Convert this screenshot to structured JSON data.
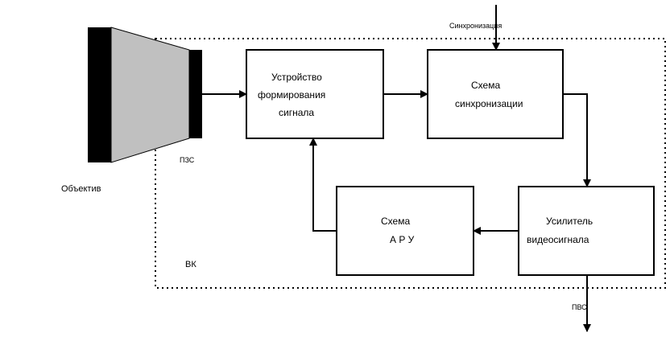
{
  "lens": {
    "label": "Объектив"
  },
  "ccd": {
    "label": "ПЗС"
  },
  "camera": {
    "label": "ВК"
  },
  "sync_input": {
    "label": "Синхронизация"
  },
  "output": {
    "label": "ПВС"
  },
  "blocks": {
    "signal_forming": {
      "lines": [
        "Устройство",
        "формирования",
        "сигнала"
      ]
    },
    "sync_circuit": {
      "lines": [
        "Схема",
        "синхронизации"
      ]
    },
    "video_amplifier": {
      "lines": [
        "Усилитель",
        "видеосигнала"
      ]
    },
    "agc_circuit": {
      "lines": [
        "Схема",
        "А Р У"
      ]
    }
  },
  "colors": {
    "stroke": "#000000",
    "lens_body": "#c0c0c0",
    "lens_rim": "#000000"
  }
}
